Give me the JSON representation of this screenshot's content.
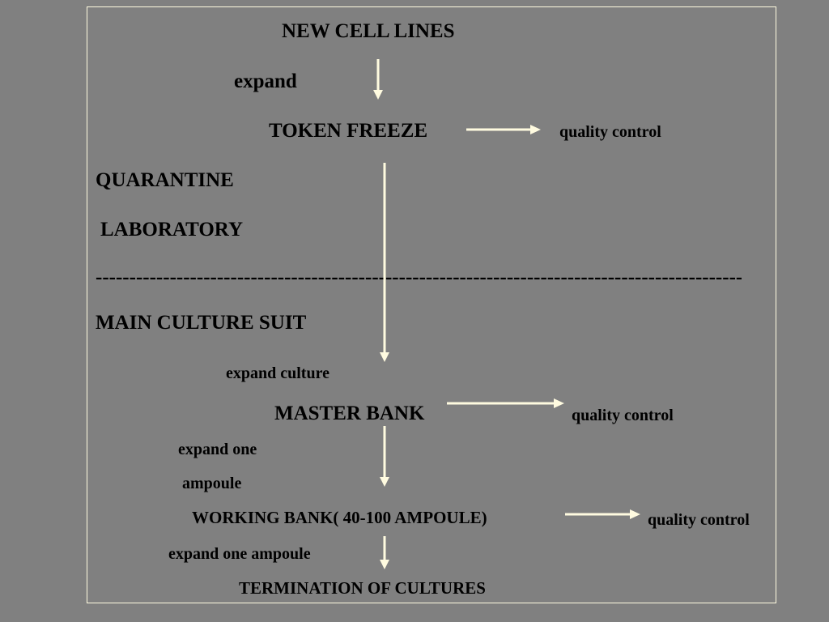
{
  "colors": {
    "background": "#808080",
    "arrow": "#fffbe0",
    "frame": "#fffbe0",
    "text": "#000000"
  },
  "diagram": {
    "new_cell_lines": "NEW CELL LINES",
    "expand_1": "expand",
    "token_freeze": "TOKEN FREEZE",
    "qc_1": "quality control",
    "quarantine": "QUARANTINE",
    "laboratory": "LABORATORY",
    "divider": "------------------------------------------------------------------------------------------------------------",
    "main_culture_suit": "MAIN CULTURE SUIT",
    "expand_culture": "expand culture",
    "master_bank": "MASTER BANK",
    "qc_2": "quality control",
    "expand_one": "expand one",
    "ampoule": "ampoule",
    "working_bank": "WORKING BANK( 40-100 AMPOULE)",
    "qc_3": "quality control",
    "expand_one_ampoule": "expand one ampoule",
    "termination": "TERMINATION OF CULTURES"
  }
}
